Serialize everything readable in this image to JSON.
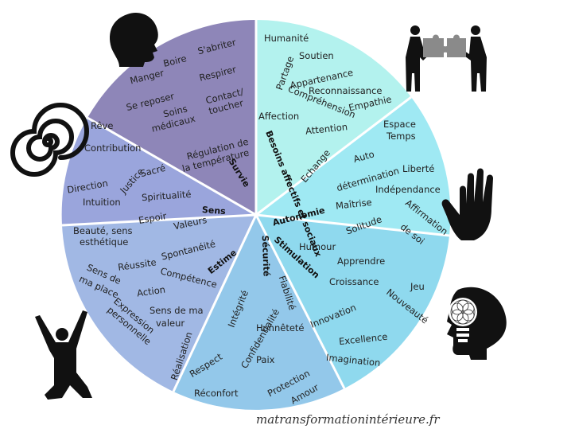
{
  "wheel": {
    "sectors": [
      {
        "id": "survie",
        "category": "Survie",
        "color": "#8e86b8",
        "needs": [
          "S'abriter",
          "Boire",
          "Manger",
          "Respirer",
          "Se reposer",
          "Contact/",
          "toucher",
          "Soins",
          "médicaux",
          "Régulation de",
          "la température"
        ]
      },
      {
        "id": "affectifs",
        "category": "Besoins affectifs et sociaux",
        "color": "#b3f2ee",
        "needs": [
          "Humanité",
          "Soutien",
          "Partage",
          "Appartenance",
          "Reconnaissance",
          "Affection",
          "Compréhension",
          "Empathie",
          "Attention",
          "Echange"
        ]
      },
      {
        "id": "autonomie",
        "category": "Autonomie",
        "color": "#9fe9f3",
        "needs": [
          "Espace",
          "Temps",
          "Auto",
          "détermination",
          "Liberté",
          "Indépendance",
          "Maîtrise",
          "Solitude",
          "Affirmation",
          "de soi"
        ]
      },
      {
        "id": "stimulation",
        "category": "Stimulation",
        "color": "#8fd9ee",
        "needs": [
          "Humour",
          "Apprendre",
          "Croissance",
          "Jeu",
          "Innovation",
          "Nouveauté",
          "Excellence",
          "Imagination"
        ]
      },
      {
        "id": "securite",
        "category": "Sécurité",
        "color": "#93c8ea",
        "needs": [
          "Fiabilité",
          "Intégrité",
          "Honnêteté",
          "Confidentialité",
          "Respect",
          "Paix",
          "Protection",
          "Réconfort",
          "Amour"
        ]
      },
      {
        "id": "estime",
        "category": "Estime",
        "color": "#a1b8e4",
        "needs": [
          "Spontanéité",
          "Réussite",
          "Sens de",
          "ma place",
          "Compétence",
          "Action",
          "Sens de ma",
          "valeur",
          "Expression",
          "personnelle",
          "Réalisation"
        ]
      },
      {
        "id": "sens",
        "category": "Sens",
        "color": "#9aa5dc",
        "needs": [
          "Rêve",
          "Contribution",
          "Direction",
          "Justice",
          "Sacré",
          "Intuition",
          "Spiritualité",
          "Espoir",
          "Valeurs",
          "Beauté, sens",
          "esthétique"
        ]
      }
    ]
  },
  "icons": [
    "head-silhouette-icon",
    "puzzle-people-icon",
    "spiral-icon",
    "hand-icon",
    "lightbulb-head-icon",
    "jumping-person-icon"
  ],
  "footer": {
    "site": "matransformationintérieure.fr"
  }
}
